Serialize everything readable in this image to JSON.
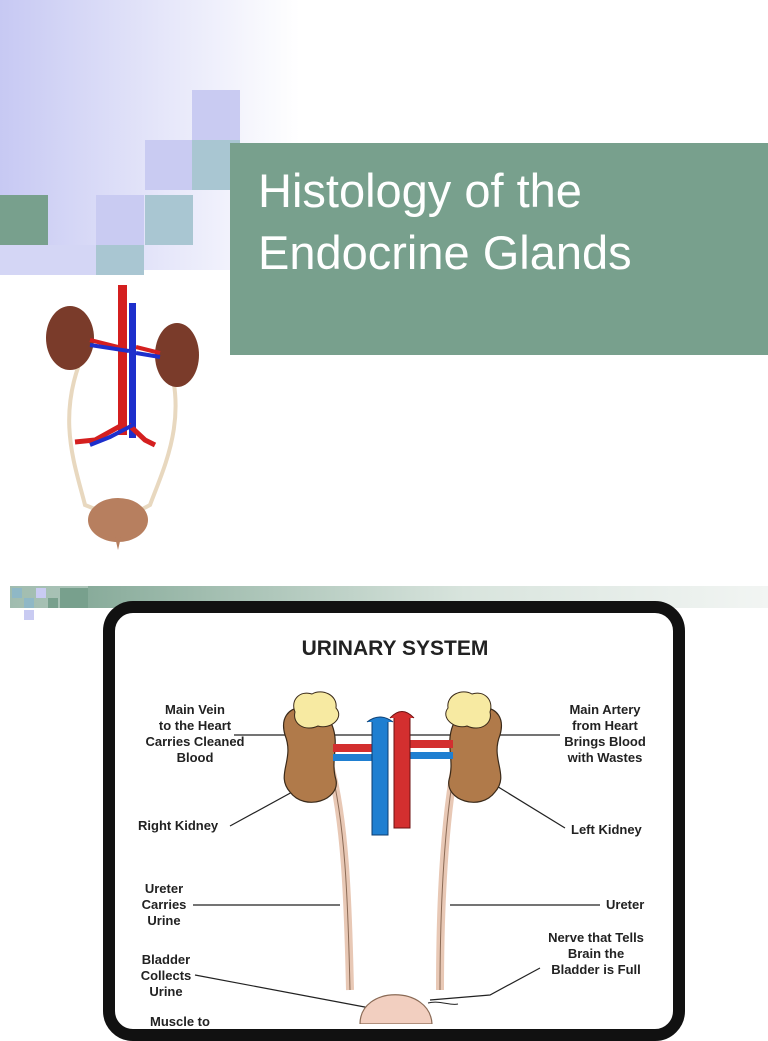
{
  "slide": {
    "title_line1": "Histology of the",
    "title_line2": "Endocrine Glands"
  },
  "diagram": {
    "title": "URINARY SYSTEM",
    "labels": {
      "main_vein": [
        "Main Vein",
        "to the Heart",
        "Carries Cleaned",
        "Blood"
      ],
      "main_artery": [
        "Main Artery",
        "from Heart",
        "Brings Blood",
        "with Wastes"
      ],
      "right_kidney": "Right Kidney",
      "left_kidney": "Left Kidney",
      "ureter_left": [
        "Ureter",
        "Carries",
        "Urine"
      ],
      "ureter_right": "Ureter",
      "nerve": [
        "Nerve that Tells",
        "Brain the",
        "Bladder is Full"
      ],
      "bladder": [
        "Bladder",
        "Collects",
        "Urine"
      ],
      "muscle": "Muscle to"
    }
  },
  "colors": {
    "title_band": "#78a08d",
    "deco_lavender": "#c8ccf2",
    "deco_teal": "#8fb8c6",
    "vein_blue": "#1f7fd1",
    "artery_red": "#d32f2f",
    "kidney_brown": "#b07a4a",
    "adrenal_yellow": "#f5e7a1"
  },
  "icons": [
    "kidney-thumbnail-illustration",
    "urinary-system-diagram"
  ]
}
